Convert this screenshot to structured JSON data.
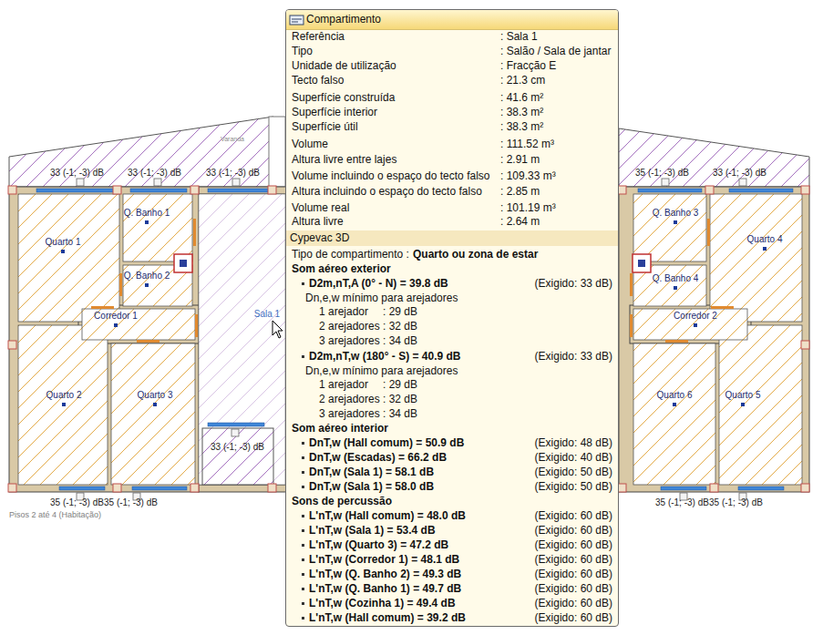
{
  "diagram": {
    "nodes": [
      {
        "text": [
          "Varanda"
        ]
      },
      {
        "text": [
          "Quarto 1"
        ]
      },
      {
        "text": [
          "Q. Banho 1"
        ]
      },
      {
        "text": [
          "Q. Banho 2"
        ]
      },
      {
        "text": [
          "Corredor 1"
        ]
      },
      {
        "text": [
          "Quarto 2"
        ]
      },
      {
        "text": [
          "Quarto 3"
        ]
      },
      {
        "text": [
          "Sala 1"
        ]
      },
      {
        "text": [
          "Q. Banho 3"
        ]
      },
      {
        "text": [
          "Quarto 4"
        ]
      },
      {
        "text": [
          "Q. Banho 4"
        ]
      },
      {
        "text": [
          "Corredor 2"
        ]
      },
      {
        "text": [
          "Quarto 6"
        ]
      },
      {
        "text": [
          "Quarto 5"
        ]
      },
      {
        "text": [
          "Compartimento",
          "Referência",
          ": Sala 1",
          "Tipo",
          ": Salão / Sala de jantar",
          "Unidade de utilização",
          ": Fracção E",
          "Tecto falso",
          ": 21.3 cm",
          "Superfície construída",
          ": 41.6 m²",
          "Superfície interior",
          ": 38.3 m²",
          "Superfície útil",
          ": 38.3 m²",
          "Volume",
          ": 111.52 m³",
          "Altura livre entre lajes",
          ": 2.91 m",
          "Volume incluindo o espaço do tecto falso",
          ": 109.33 m³",
          "Altura incluindo o espaço do tecto falso",
          ": 2.85 m",
          "Volume real",
          ": 101.19 m³",
          "Altura livre",
          ": 2.64 m",
          "Cypevac 3D",
          "Tipo de compartimento :",
          "Quarto ou zona de estar",
          "Som aéreo exterior",
          "D2m,nT,A (0° - N) = 39.8 dB",
          "(Exigido: 33 dB)",
          "Dn,e,w mínimo para arejadores",
          "1 arejador",
          ": 29 dB",
          "2 arejadores",
          ": 32 dB",
          "3 arejadores",
          ": 34 dB",
          "D2m,nT,w (180° - S) = 40.9 dB",
          "(Exigido: 33 dB)",
          "Dn,e,w mínimo para arejadores",
          "1 arejador",
          ": 29 dB",
          "2 arejadores",
          ": 32 dB",
          "3 arejadores",
          ": 34 dB",
          "Som aéreo interior",
          "DnT,w (Hall comum) = 50.9 dB",
          "(Exigido: 48 dB)",
          "DnT,w (Escadas) = 66.2 dB",
          "(Exigido: 40 dB)",
          "DnT,w (Sala 1) = 58.1 dB",
          "(Exigido: 50 dB)",
          "DnT,w (Sala 1) = 58.0 dB",
          "(Exigido: 50 dB)",
          "Sons de percussão",
          "L'nT,w (Hall comum) = 48.0 dB",
          "(Exigido: 60 dB)",
          "L'nT,w (Sala 1) = 53.4 dB",
          "(Exigido: 60 dB)",
          "L'nT,w (Quarto 3) = 47.2 dB",
          "(Exigido: 60 dB)",
          "L'nT,w (Corredor 1) = 48.1 dB",
          "(Exigido: 60 dB)",
          "L'nT,w (Q. Banho 2) = 49.3 dB",
          "(Exigido: 60 dB)",
          "L'nT,w (Q. Banho 1) = 49.7 dB",
          "(Exigido: 60 dB)",
          "L'nT,w (Cozinha 1) = 49.4 dB",
          "(Exigido: 60 dB)",
          "L'nT,w (Hall comum) = 39.2 dB",
          "(Exigido: 60 dB)"
        ]
      }
    ],
    "labels": [
      "33 (-1; -3) dB",
      "33 (-1; -3) dB",
      "33 (-1; -3) dB",
      "35 (-1; -3) dB",
      "33 (-1; -3) dB",
      "33 (-1; -3) dB",
      "35 (-1; -3) dB",
      "35 (-1; -3) dB",
      "35 (-1; -3) dB",
      "35 (-1; -3) dB",
      "Pisos 2 até 4 (Habitação)"
    ]
  }
}
